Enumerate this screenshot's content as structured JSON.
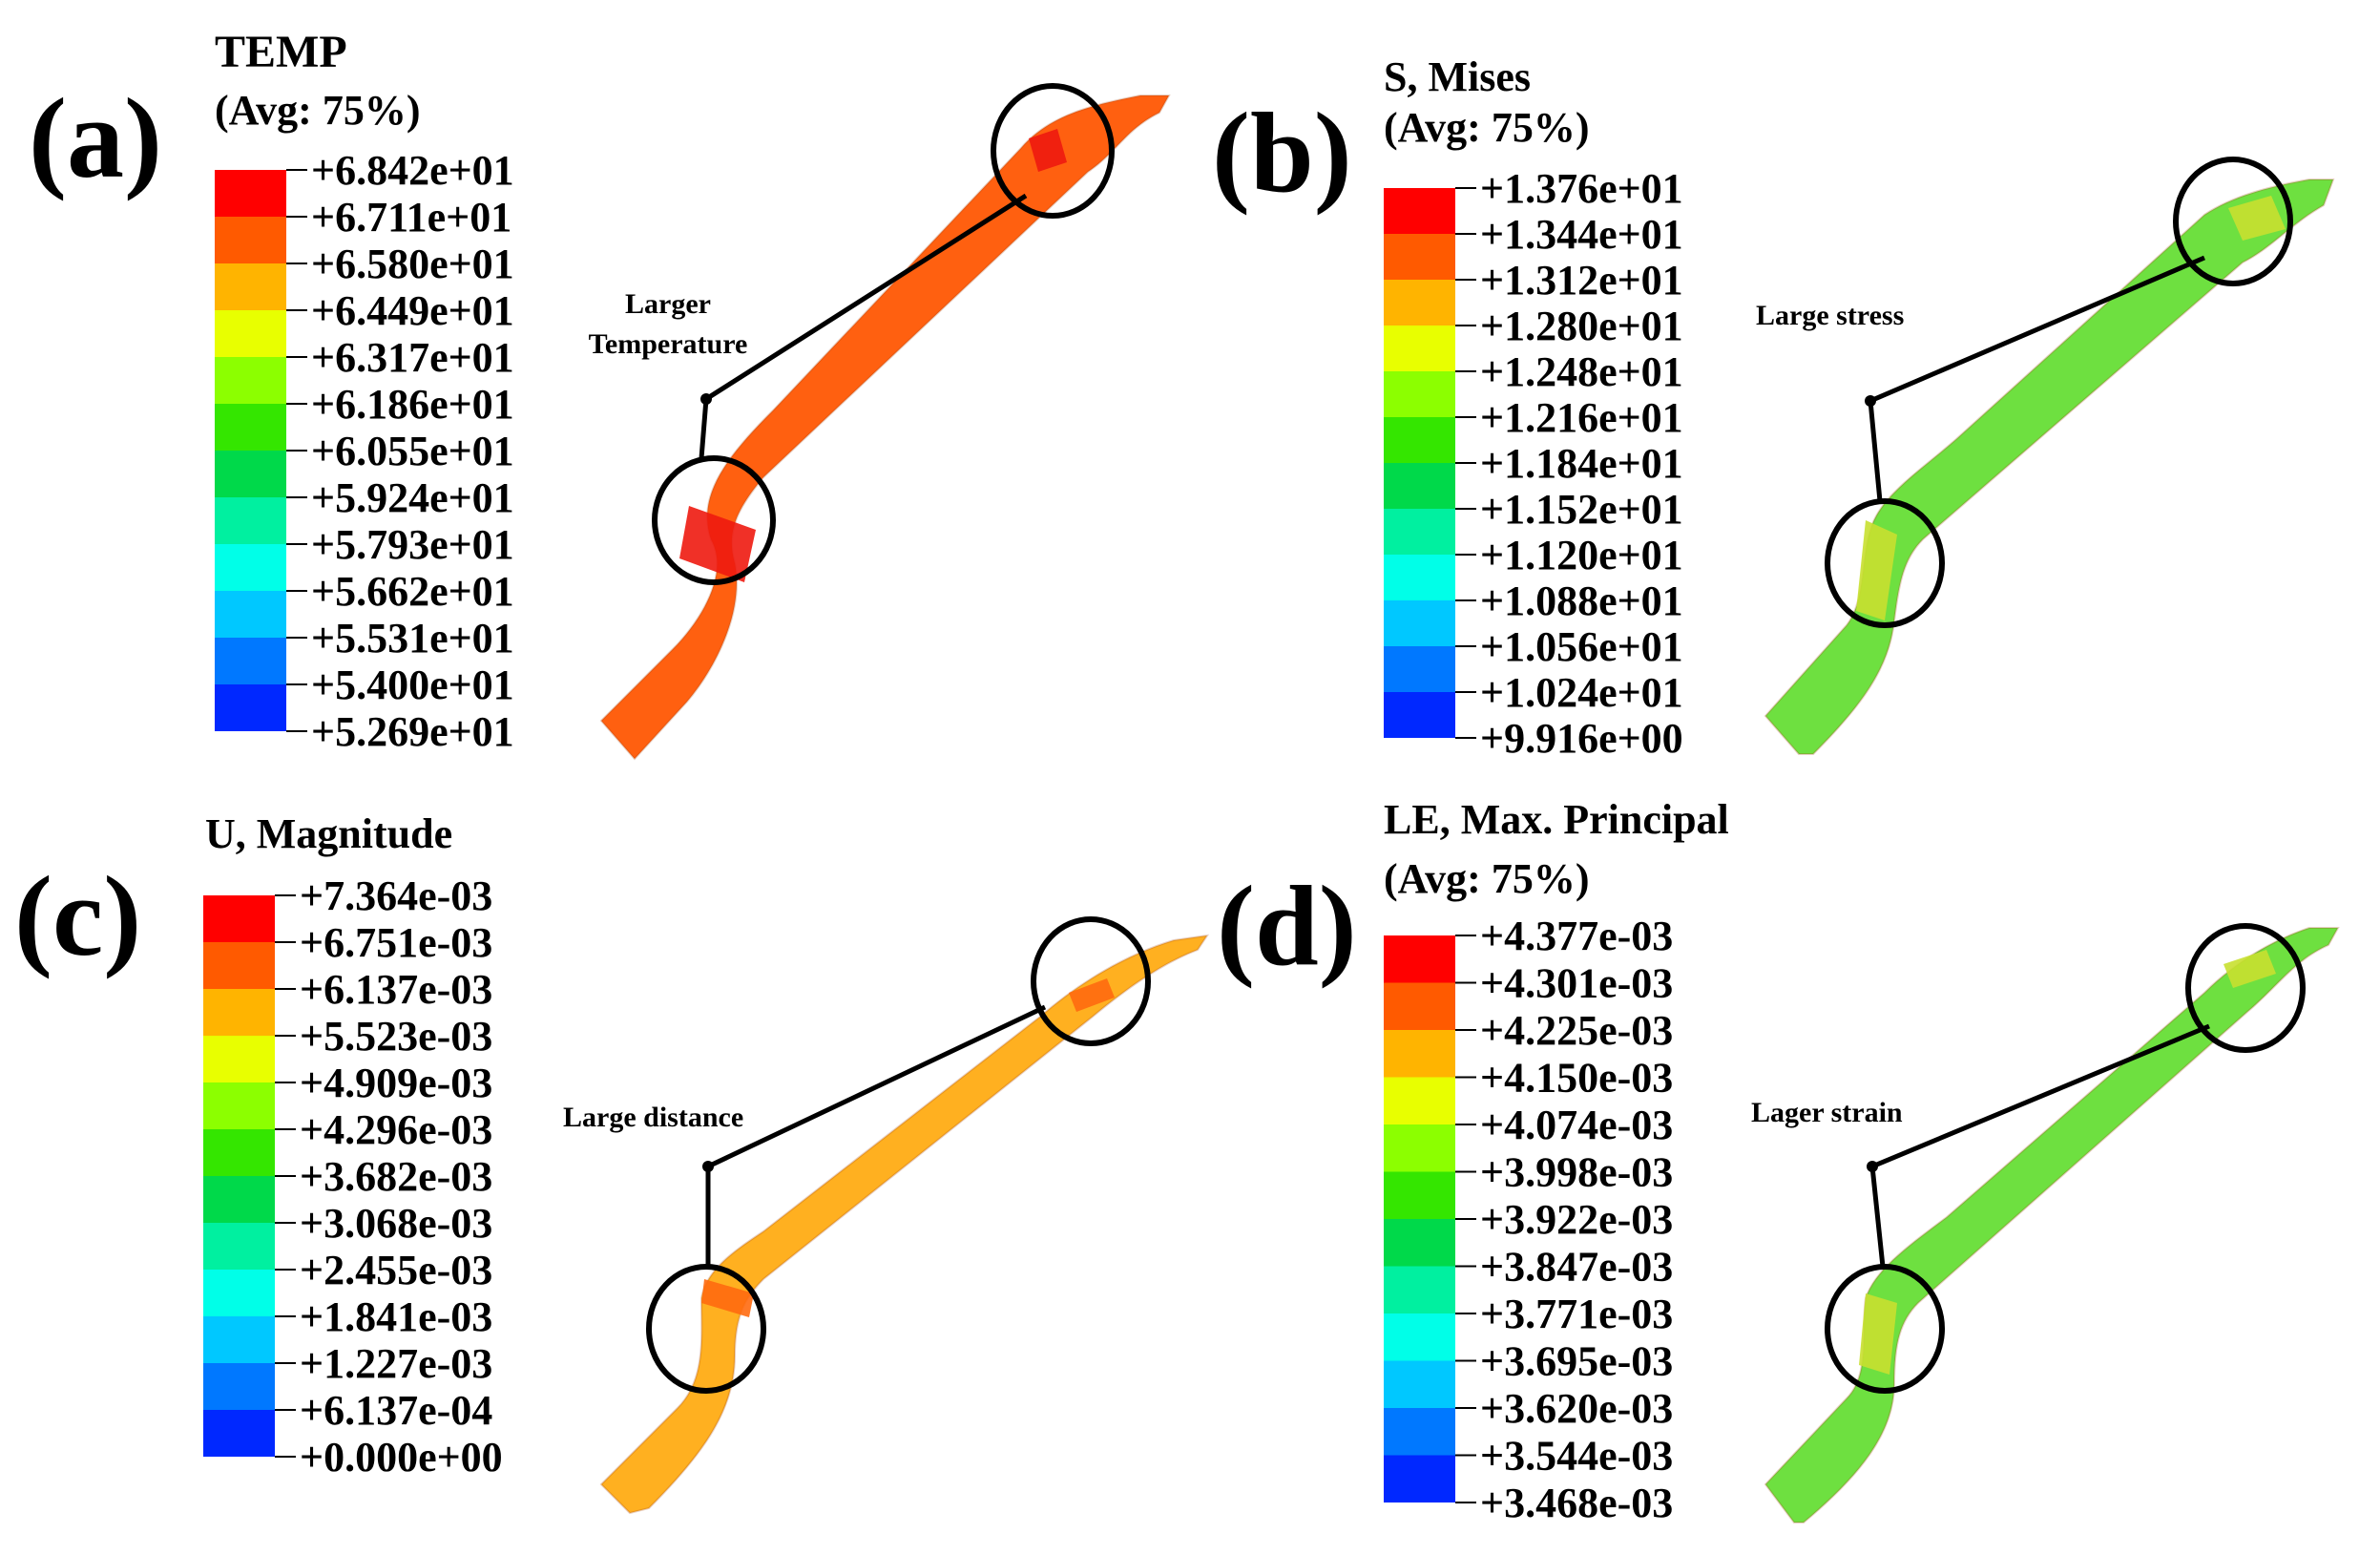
{
  "colormap": [
    "#ff0000",
    "#ff5a00",
    "#ffb400",
    "#e8ff00",
    "#8cff00",
    "#34e600",
    "#00d94a",
    "#00f0a0",
    "#00ffe8",
    "#00c8ff",
    "#0078ff",
    "#0028ff",
    "#0000e6"
  ],
  "panels": [
    {
      "id": "a",
      "label": "(a)",
      "title": "TEMP",
      "subtitle": "(Avg: 75%)",
      "ticks": [
        "+6.842e+01",
        "+6.711e+01",
        "+6.580e+01",
        "+6.449e+01",
        "+6.317e+01",
        "+6.186e+01",
        "+6.055e+01",
        "+5.924e+01",
        "+5.793e+01",
        "+5.662e+01",
        "+5.531e+01",
        "+5.400e+01",
        "+5.269e+01"
      ],
      "annotation": [
        "Larger",
        "Temperature"
      ],
      "body_color": "#ff6010",
      "hotspot_color": "#ee1a10"
    },
    {
      "id": "b",
      "label": "(b)",
      "title": "S, Mises",
      "subtitle": "(Avg: 75%)",
      "ticks": [
        "+1.376e+01",
        "+1.344e+01",
        "+1.312e+01",
        "+1.280e+01",
        "+1.248e+01",
        "+1.216e+01",
        "+1.184e+01",
        "+1.152e+01",
        "+1.120e+01",
        "+1.088e+01",
        "+1.056e+01",
        "+1.024e+01",
        "+9.916e+00"
      ],
      "annotation": [
        "Large stress"
      ],
      "body_color": "#6ee040",
      "hotspot_color": "#c8e030"
    },
    {
      "id": "c",
      "label": "(c)",
      "title": "U, Magnitude",
      "subtitle": "",
      "ticks": [
        "+7.364e-03",
        "+6.751e-03",
        "+6.137e-03",
        "+5.523e-03",
        "+4.909e-03",
        "+4.296e-03",
        "+3.682e-03",
        "+3.068e-03",
        "+2.455e-03",
        "+1.841e-03",
        "+1.227e-03",
        "+6.137e-04",
        "+0.000e+00"
      ],
      "annotation": [
        "Large distance"
      ],
      "body_color": "#ffb020",
      "hotspot_color": "#ff6a10"
    },
    {
      "id": "d",
      "label": "(d)",
      "title": "LE, Max. Principal",
      "subtitle": "(Avg: 75%)",
      "ticks": [
        "+4.377e-03",
        "+4.301e-03",
        "+4.225e-03",
        "+4.150e-03",
        "+4.074e-03",
        "+3.998e-03",
        "+3.922e-03",
        "+3.847e-03",
        "+3.771e-03",
        "+3.695e-03",
        "+3.620e-03",
        "+3.544e-03",
        "+3.468e-03"
      ],
      "annotation": [
        "Lager strain"
      ],
      "body_color": "#6ee040",
      "hotspot_color": "#c8e030"
    }
  ]
}
